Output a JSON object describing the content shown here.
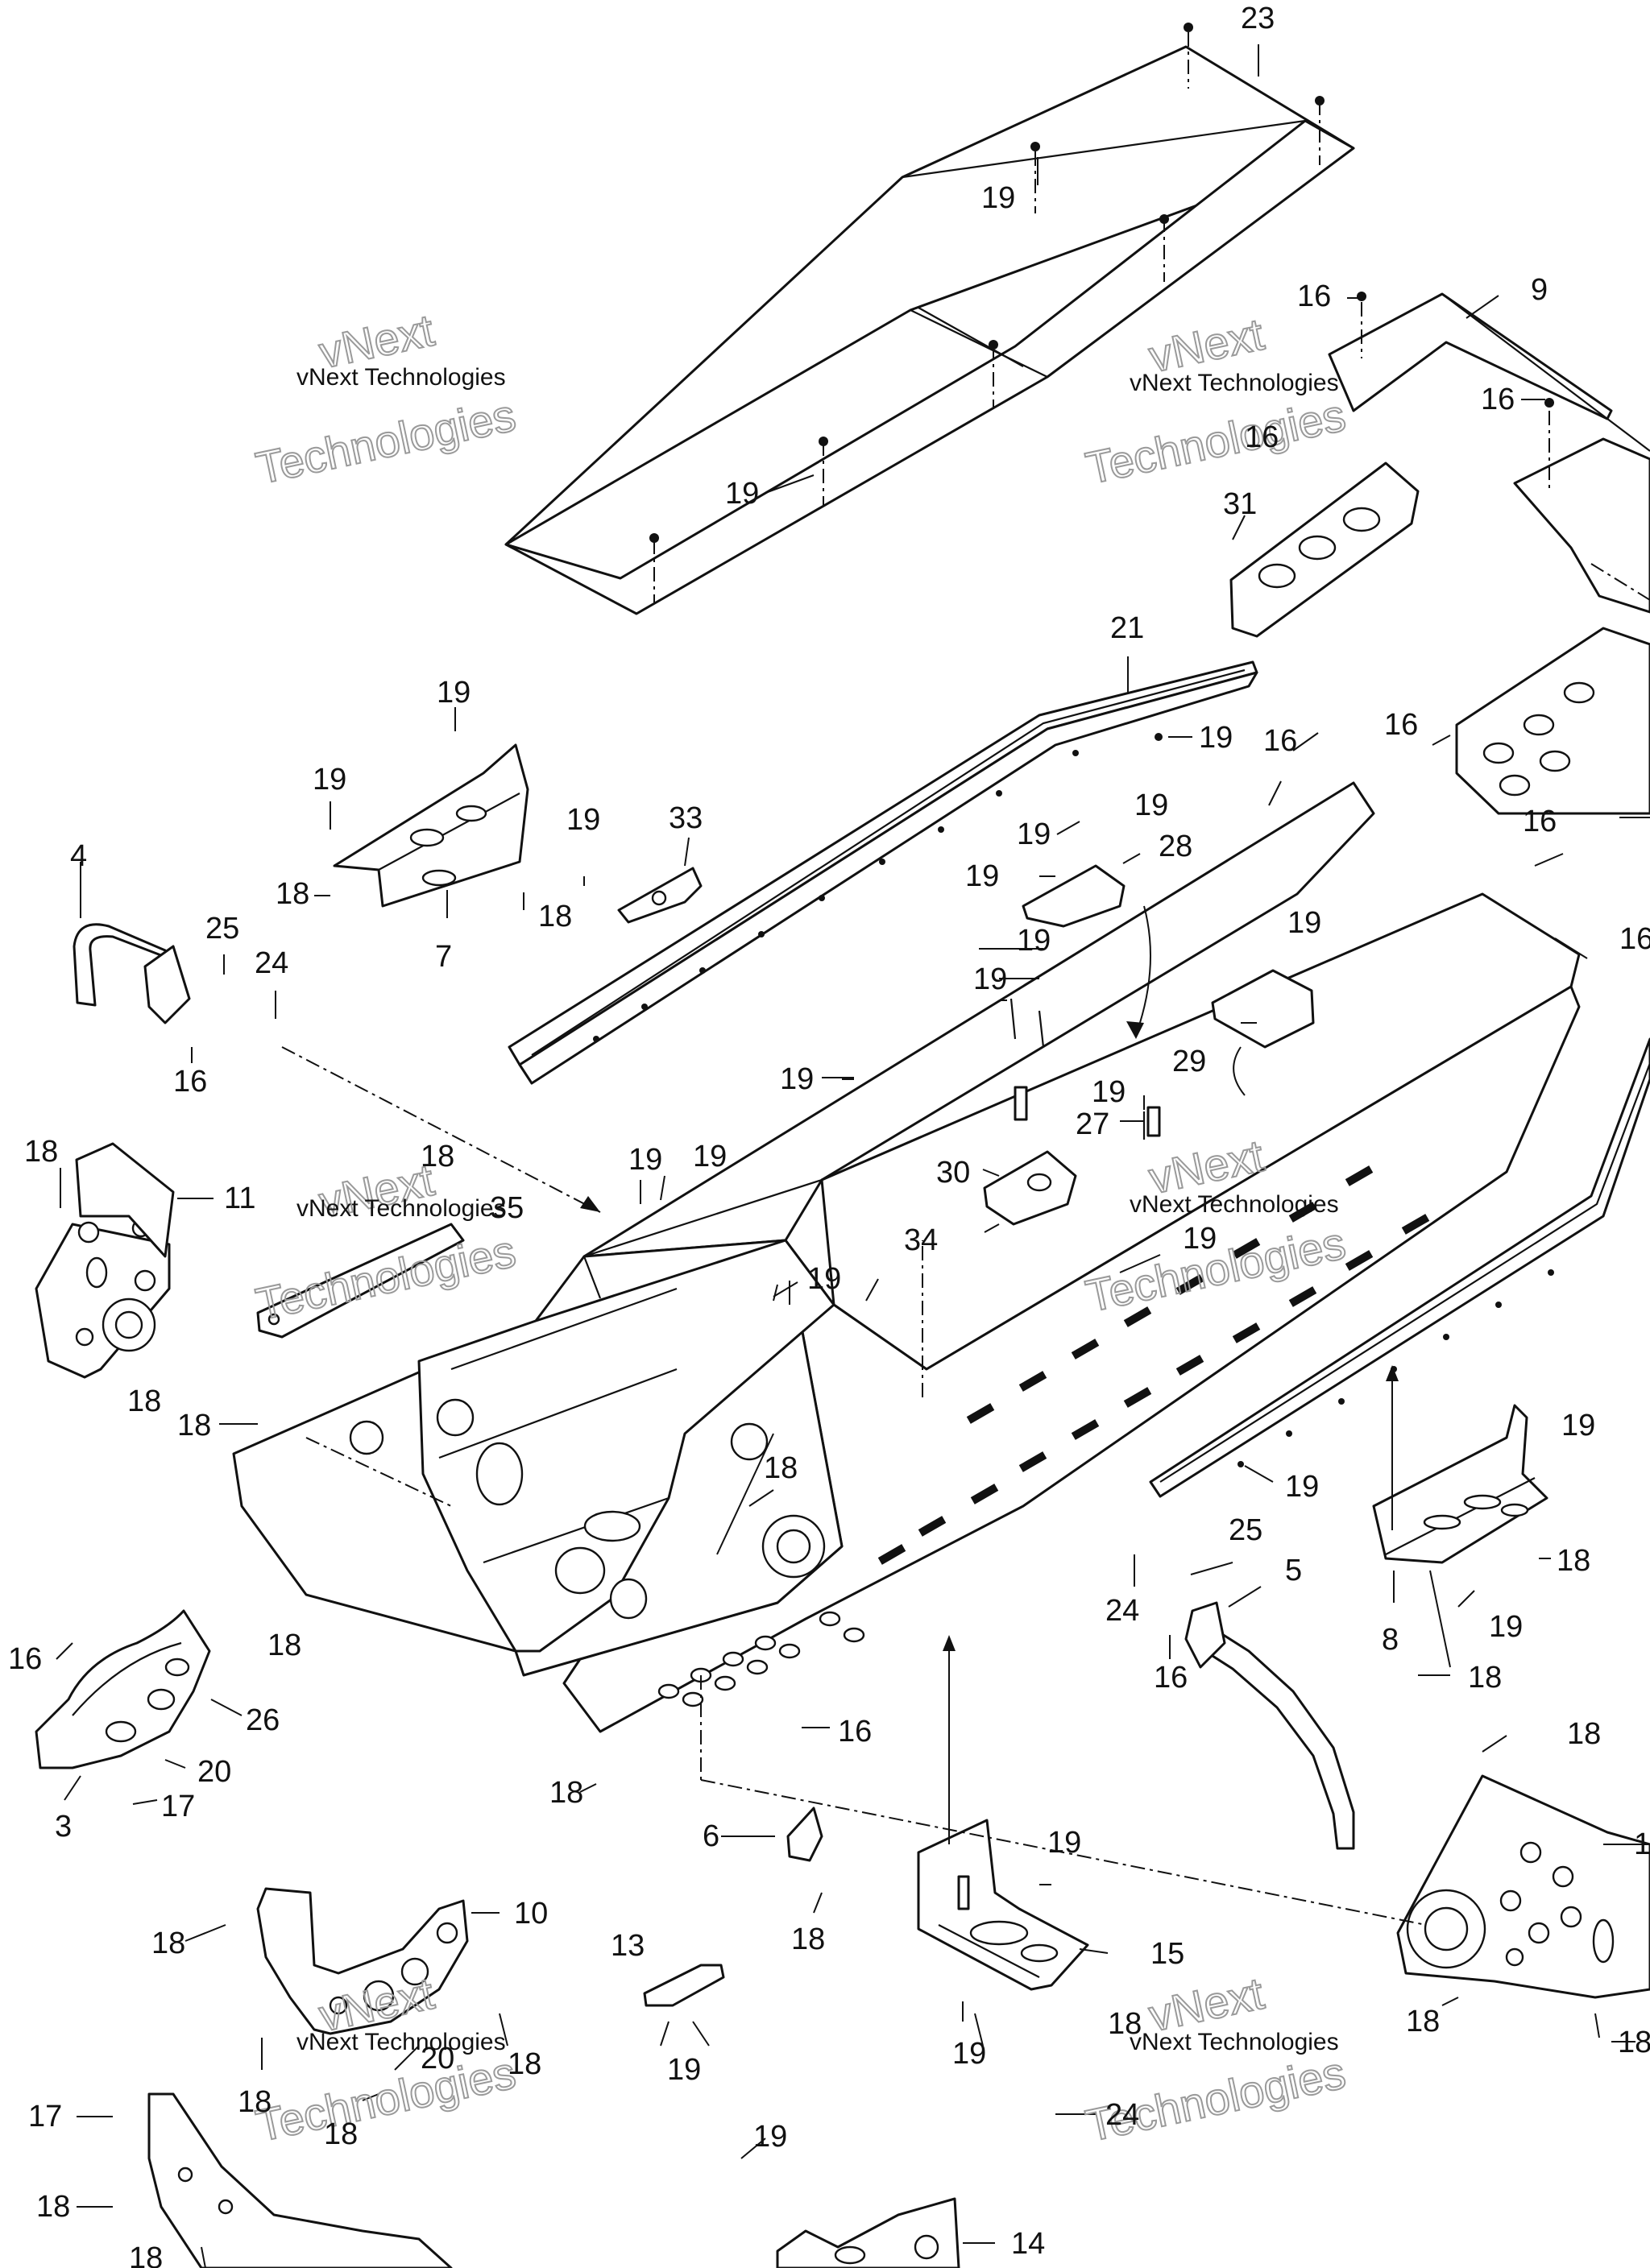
{
  "watermark": {
    "brand": "vNext",
    "line": "vNext Technologies",
    "word": "Technologies"
  },
  "callouts": [
    {
      "id": "c1",
      "label": "23"
    },
    {
      "id": "c2",
      "label": "19"
    },
    {
      "id": "c3",
      "label": "19"
    },
    {
      "id": "c4",
      "label": "16"
    },
    {
      "id": "c5",
      "label": "9"
    },
    {
      "id": "c6",
      "label": "16"
    },
    {
      "id": "c7",
      "label": "16"
    },
    {
      "id": "c8",
      "label": "31"
    },
    {
      "id": "c9",
      "label": "21"
    },
    {
      "id": "c10",
      "label": "19"
    },
    {
      "id": "c11",
      "label": "16"
    },
    {
      "id": "c12",
      "label": "16"
    },
    {
      "id": "c13",
      "label": "19"
    },
    {
      "id": "c14",
      "label": "19"
    },
    {
      "id": "c15",
      "label": "33"
    },
    {
      "id": "c16",
      "label": "19"
    },
    {
      "id": "c17",
      "label": "19"
    },
    {
      "id": "c18",
      "label": "28"
    },
    {
      "id": "c19",
      "label": "19"
    },
    {
      "id": "c20",
      "label": "16"
    },
    {
      "id": "c21",
      "label": "4"
    },
    {
      "id": "c22",
      "label": "25"
    },
    {
      "id": "c23",
      "label": "24"
    },
    {
      "id": "c24",
      "label": "18"
    },
    {
      "id": "c25",
      "label": "7"
    },
    {
      "id": "c26",
      "label": "18"
    },
    {
      "id": "c27",
      "label": "16"
    },
    {
      "id": "c28",
      "label": "19"
    },
    {
      "id": "c29",
      "label": "19"
    },
    {
      "id": "c30",
      "label": "19"
    },
    {
      "id": "c31",
      "label": "19"
    },
    {
      "id": "c32",
      "label": "16"
    },
    {
      "id": "c33",
      "label": "29"
    },
    {
      "id": "c34",
      "label": "19"
    },
    {
      "id": "c35",
      "label": "27"
    },
    {
      "id": "c36",
      "label": "19"
    },
    {
      "id": "c37",
      "label": "30"
    },
    {
      "id": "c38",
      "label": "34"
    },
    {
      "id": "c39",
      "label": "18"
    },
    {
      "id": "c40",
      "label": "11"
    },
    {
      "id": "c41",
      "label": "18"
    },
    {
      "id": "c42",
      "label": "35"
    },
    {
      "id": "c43",
      "label": "19"
    },
    {
      "id": "c44",
      "label": "19"
    },
    {
      "id": "c45",
      "label": "19"
    },
    {
      "id": "c46",
      "label": "19"
    },
    {
      "id": "c47",
      "label": "18"
    },
    {
      "id": "c48",
      "label": "18"
    },
    {
      "id": "c49",
      "label": "18"
    },
    {
      "id": "c50",
      "label": "19"
    },
    {
      "id": "c51",
      "label": "19"
    },
    {
      "id": "c52",
      "label": "18"
    },
    {
      "id": "c53",
      "label": "25"
    },
    {
      "id": "c54",
      "label": "5"
    },
    {
      "id": "c55",
      "label": "24"
    },
    {
      "id": "c56",
      "label": "16"
    },
    {
      "id": "c57",
      "label": "8"
    },
    {
      "id": "c58",
      "label": "19"
    },
    {
      "id": "c59",
      "label": "18"
    },
    {
      "id": "c60",
      "label": "16"
    },
    {
      "id": "c61",
      "label": "18"
    },
    {
      "id": "c62",
      "label": "26"
    },
    {
      "id": "c63",
      "label": "20"
    },
    {
      "id": "c64",
      "label": "17"
    },
    {
      "id": "c65",
      "label": "3"
    },
    {
      "id": "c66",
      "label": "16"
    },
    {
      "id": "c67",
      "label": "18"
    },
    {
      "id": "c68",
      "label": "6"
    },
    {
      "id": "c69",
      "label": "18"
    },
    {
      "id": "c70",
      "label": "19"
    },
    {
      "id": "c71",
      "label": "15"
    },
    {
      "id": "c72",
      "label": "18"
    },
    {
      "id": "c73",
      "label": "1"
    },
    {
      "id": "c74",
      "label": "18"
    },
    {
      "id": "c75",
      "label": "18"
    },
    {
      "id": "c76",
      "label": "10"
    },
    {
      "id": "c77",
      "label": "18"
    },
    {
      "id": "c78",
      "label": "13"
    },
    {
      "id": "c79",
      "label": "19"
    },
    {
      "id": "c80",
      "label": "20"
    },
    {
      "id": "c81",
      "label": "18"
    },
    {
      "id": "c82",
      "label": "18"
    },
    {
      "id": "c83",
      "label": "18"
    },
    {
      "id": "c84",
      "label": "19"
    },
    {
      "id": "c85",
      "label": "18"
    },
    {
      "id": "c86",
      "label": "24"
    },
    {
      "id": "c87",
      "label": "17"
    },
    {
      "id": "c88",
      "label": "18"
    },
    {
      "id": "c89",
      "label": "19"
    },
    {
      "id": "c90",
      "label": "14"
    },
    {
      "id": "c91",
      "label": "18"
    }
  ]
}
